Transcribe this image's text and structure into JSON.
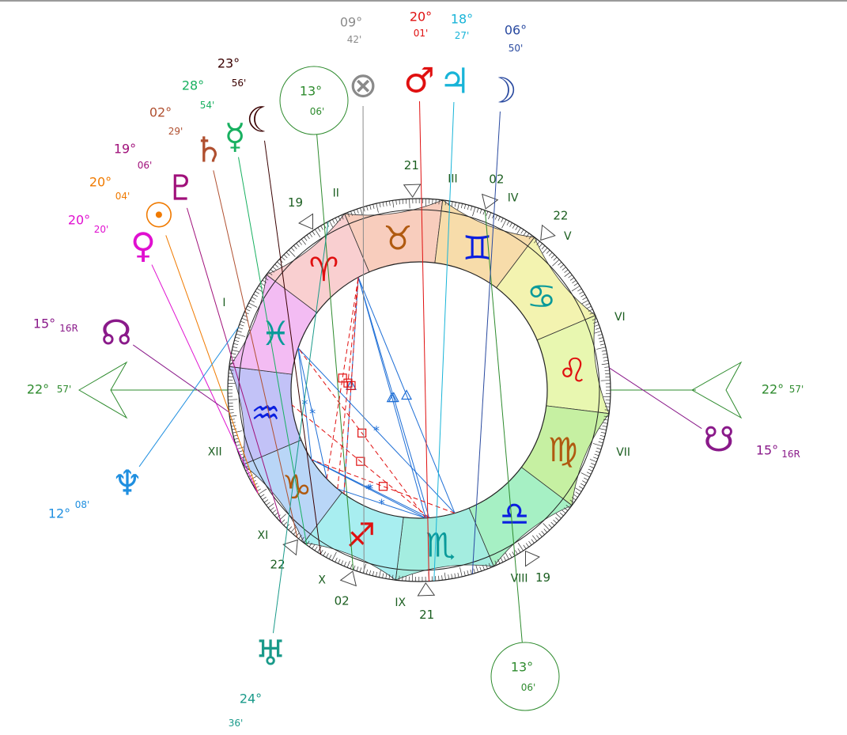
{
  "colors": {
    "fire": "#e01010",
    "earth": "#b05a10",
    "air": "#0a1fe0",
    "water": "#0a9a9a",
    "axis": "#2e8b2e",
    "aspect_red": "#e01010",
    "aspect_blue": "#1f6fd6"
  },
  "signs": [
    {
      "name": "aries-sign",
      "glyph": "♈",
      "start_deg": 0,
      "bg": "#f9cfd0",
      "color": "#e01010"
    },
    {
      "name": "taurus-sign",
      "glyph": "♉",
      "start_deg": 30,
      "bg": "#f8cdbd",
      "color": "#b05a10"
    },
    {
      "name": "gemini-sign",
      "glyph": "♊",
      "start_deg": 60,
      "bg": "#f7dcaa",
      "color": "#0a1fe0"
    },
    {
      "name": "cancer-sign",
      "glyph": "♋",
      "start_deg": 90,
      "bg": "#f3f3b0",
      "color": "#0a9a9a"
    },
    {
      "name": "leo-sign",
      "glyph": "♌",
      "start_deg": 120,
      "bg": "#e8f7b0",
      "color": "#e01010"
    },
    {
      "name": "virgo-sign",
      "glyph": "♍",
      "start_deg": 150,
      "bg": "#c6f0a2",
      "color": "#b05a10"
    },
    {
      "name": "libra-sign",
      "glyph": "♎",
      "start_deg": 180,
      "bg": "#a6f0c4",
      "color": "#0a1fe0"
    },
    {
      "name": "scorpio-sign",
      "glyph": "♏",
      "start_deg": 210,
      "bg": "#a4ede0",
      "color": "#0a9a9a"
    },
    {
      "name": "sagittarius-sign",
      "glyph": "♐",
      "start_deg": 240,
      "bg": "#a8eef0",
      "color": "#e01010"
    },
    {
      "name": "capricorn-sign",
      "glyph": "♑",
      "start_deg": 270,
      "bg": "#b9d6f7",
      "color": "#b05a10"
    },
    {
      "name": "aquarius-sign",
      "glyph": "♒",
      "start_deg": 300,
      "bg": "#c2c2f7",
      "color": "#0a1fe0"
    },
    {
      "name": "pisces-sign",
      "glyph": "♓",
      "start_deg": 330,
      "bg": "#f3bcf3",
      "color": "#0a9a9a"
    }
  ],
  "ascendant_deg": 322.95,
  "axes": {
    "asc": {
      "deg_label": "22°",
      "min_label": "57'"
    },
    "desc": {
      "deg_label": "22°",
      "min_label": "57'"
    }
  },
  "cusps": [
    {
      "name": "I",
      "lon": 322.95,
      "marker": "",
      "num_lon": 347,
      "mark": false
    },
    {
      "name": "II",
      "lon": 19.5,
      "marker": "19",
      "num_lon": 30,
      "mark": true
    },
    {
      "name": "III",
      "lon": 51,
      "marker": "21",
      "num_lon": 62,
      "mark": true
    },
    {
      "name": "IV",
      "lon": 73.1,
      "marker": "02",
      "num_lon": 79,
      "mark": true
    },
    {
      "name": "V",
      "lon": 92,
      "marker": "22",
      "num_lon": 97,
      "mark": true
    },
    {
      "name": "VI",
      "lon": 113.1,
      "marker": "",
      "num_lon": 123,
      "mark": false
    },
    {
      "name": "VII",
      "lon": 142.95,
      "marker": "",
      "num_lon": 160,
      "mark": false
    },
    {
      "name": "VIII",
      "lon": 199.5,
      "marker": "19",
      "num_lon": 205,
      "mark": true
    },
    {
      "name": "IX",
      "lon": 231,
      "marker": "21",
      "num_lon": 238,
      "mark": true
    },
    {
      "name": "X",
      "lon": 253.1,
      "marker": "02",
      "num_lon": 260,
      "mark": true
    },
    {
      "name": "XI",
      "lon": 272,
      "marker": "22",
      "num_lon": 280,
      "mark": true
    },
    {
      "name": "XII",
      "lon": 293.1,
      "marker": "",
      "num_lon": 306,
      "mark": false
    }
  ],
  "mc": {
    "deg_label": "13°",
    "min_label": "06'",
    "lon": 253.1
  },
  "ic": {
    "deg_label": "13°",
    "min_label": "06'",
    "lon": 73.1
  },
  "planets": [
    {
      "name": "moon",
      "glyph": "☽",
      "lon": 216.8,
      "deg": "06°",
      "min": "50'",
      "color": "#2a4aa0"
    },
    {
      "name": "jupiter",
      "glyph": "♃",
      "lon": 228.5,
      "deg": "18°",
      "min": "27'",
      "color": "#18b4d8"
    },
    {
      "name": "mars",
      "glyph": "♂",
      "lon": 230.0,
      "deg": "20°",
      "min": "01'",
      "color": "#e01010"
    },
    {
      "name": "part-of-fortune",
      "glyph": "⊗",
      "lon": 249.7,
      "deg": "09°",
      "min": "42'",
      "color": "#8a8a8a"
    },
    {
      "name": "black-moon-lilith",
      "glyph": "☾",
      "lon": 263.9,
      "deg": "23°",
      "min": "56'",
      "color": "#3a0000"
    },
    {
      "name": "mercury",
      "glyph": "☿",
      "lon": 268.9,
      "deg": "28°",
      "min": "54'",
      "color": "#18b060"
    },
    {
      "name": "saturn",
      "glyph": "♄",
      "lon": 272.5,
      "deg": "02°",
      "min": "29'",
      "color": "#b05030"
    },
    {
      "name": "pluto",
      "glyph": "♇",
      "lon": 279.1,
      "deg": "19°",
      "min": "06'",
      "color": "#a0107a"
    },
    {
      "name": "sun",
      "glyph": "☉",
      "lon": 290.1,
      "deg": "20°",
      "min": "04'",
      "color": "#f07a00"
    },
    {
      "name": "venus",
      "glyph": "♀",
      "lon": 290.3,
      "deg": "20°",
      "min": "20'",
      "color": "#e010d0"
    },
    {
      "name": "north-node",
      "glyph": "☊",
      "lon": 316.3,
      "deg": "15°",
      "min": "16R",
      "color": "#8a1a8a"
    },
    {
      "name": "neptune",
      "glyph": "♆",
      "lon": 342.1,
      "deg": "12°",
      "min": "08'",
      "color": "#1f8fe0"
    },
    {
      "name": "uranus",
      "glyph": "♅",
      "lon": 24.6,
      "deg": "24°",
      "min": "36'",
      "color": "#1a9a8a"
    },
    {
      "name": "south-node",
      "glyph": "☋",
      "lon": 136.3,
      "deg": "15°",
      "min": "16R",
      "color": "#8a1a8a"
    }
  ],
  "aspects": [
    {
      "from": "moon",
      "to": "neptune",
      "type": "sextile",
      "color": "#1f6fd6",
      "style": "solid"
    },
    {
      "from": "jupiter",
      "to": "uranus",
      "type": "trine",
      "color": "#1f6fd6",
      "style": "solid"
    },
    {
      "from": "mars",
      "to": "uranus",
      "type": "trine",
      "color": "#1f6fd6",
      "style": "solid"
    },
    {
      "from": "mars",
      "to": "sun",
      "type": "sextile",
      "color": "#1f6fd6",
      "style": "solid"
    },
    {
      "from": "jupiter",
      "to": "venus",
      "type": "sextile",
      "color": "#1f6fd6",
      "style": "solid"
    },
    {
      "from": "moon",
      "to": "uranus",
      "type": "trine",
      "color": "#1f6fd6",
      "style": "solid"
    },
    {
      "from": "mercury",
      "to": "uranus",
      "type": "trine",
      "color": "#1f6fd6",
      "style": "solid"
    },
    {
      "from": "saturn",
      "to": "mars",
      "type": "sextile",
      "color": "#1f6fd6",
      "style": "solid"
    },
    {
      "from": "neptune",
      "to": "sun",
      "type": "sextile",
      "color": "#1f6fd6",
      "style": "solid"
    },
    {
      "from": "pluto",
      "to": "neptune",
      "type": "sextile",
      "color": "#1f6fd6",
      "style": "solid"
    },
    {
      "from": "moon",
      "to": "sun",
      "type": "square",
      "color": "#e01010",
      "style": "dashed"
    },
    {
      "from": "jupiter",
      "to": "north-node",
      "type": "square",
      "color": "#e01010",
      "style": "dashed"
    },
    {
      "from": "mars",
      "to": "neptune",
      "type": "square",
      "color": "#e01010",
      "style": "dashed"
    },
    {
      "from": "uranus",
      "to": "mercury",
      "type": "square",
      "color": "#e01010",
      "style": "dashed"
    },
    {
      "from": "saturn",
      "to": "uranus",
      "type": "square",
      "color": "#e01010",
      "style": "dashed"
    },
    {
      "from": "pluto",
      "to": "uranus",
      "type": "square",
      "color": "#e01010",
      "style": "dashed"
    }
  ]
}
